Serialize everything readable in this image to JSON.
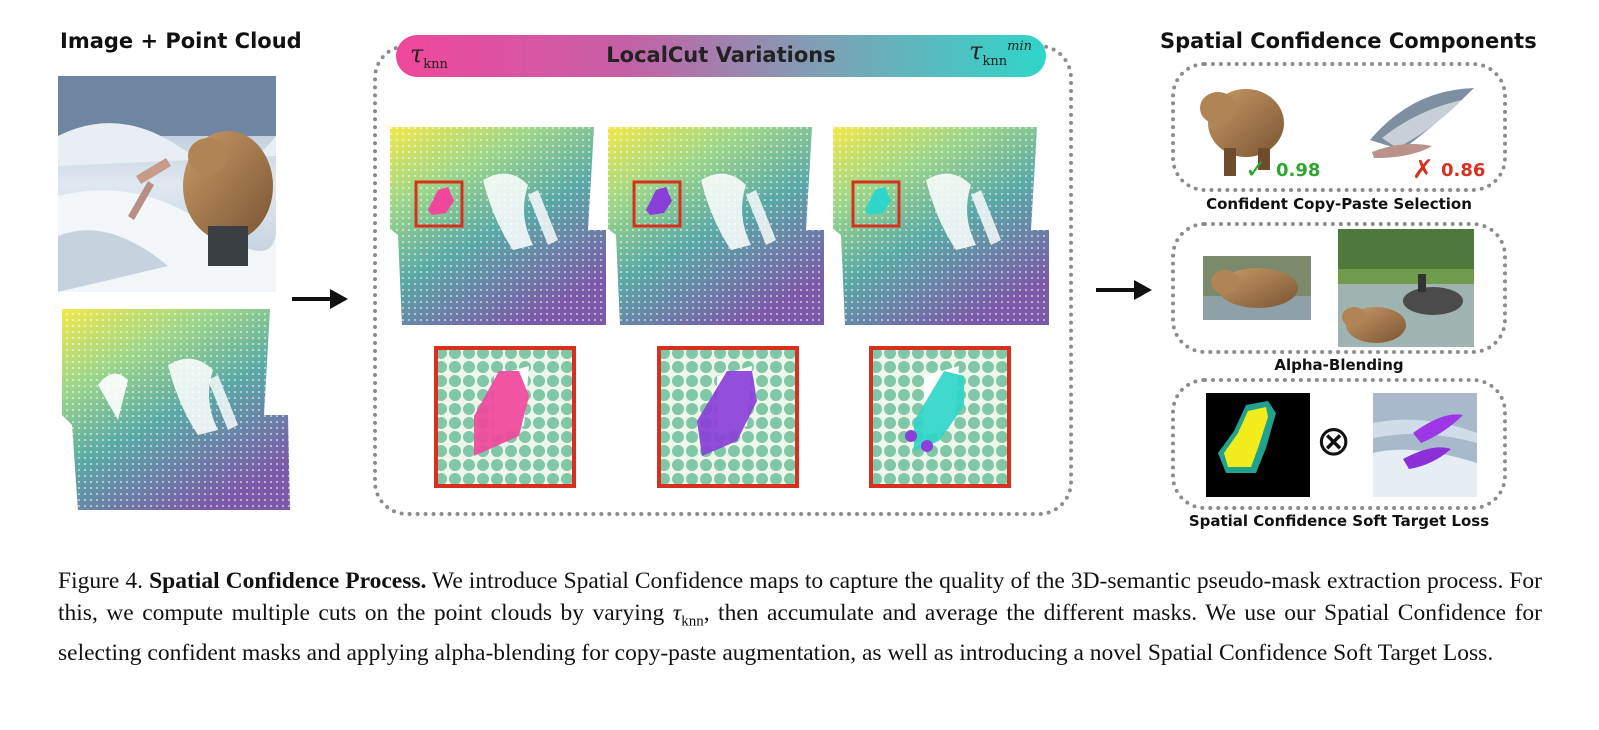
{
  "left": {
    "title": "Image + Point Cloud"
  },
  "center": {
    "title": "LocalCut Variations",
    "tau_left": {
      "symbol": "τ",
      "sub": "knn"
    },
    "tau_right": {
      "symbol": "τ",
      "sub": "knn",
      "sup": "min"
    },
    "variation_colors": [
      "#f0479c",
      "#8a3fd8",
      "#2fd6c9"
    ]
  },
  "right": {
    "title": "Spatial Confidence Components",
    "panels": [
      {
        "label": "Confident Copy-Paste Selection",
        "accept_score": "0.98",
        "reject_score": "0.86",
        "accept_icon": "check-icon",
        "reject_icon": "cross-icon"
      },
      {
        "label": "Alpha-Blending"
      },
      {
        "label": "Spatial Confidence Soft Target Loss",
        "operator": "⊗"
      }
    ]
  },
  "caption": {
    "figure_label": "Figure 4.",
    "bold_title": "Spatial Confidence Process.",
    "text_1": " We introduce Spatial Confidence maps to capture the quality of the 3D-semantic pseudo-mask extraction process. For this, we compute multiple cuts on the point clouds by varying ",
    "tau_symbol": "τ",
    "tau_sub": "knn",
    "text_2": ", then accumulate and average the different masks. We use our Spatial Confidence for selecting confident masks and applying alpha-blending for copy-paste augmentation, as well as introducing a novel Spatial Confidence Soft Target Loss."
  }
}
